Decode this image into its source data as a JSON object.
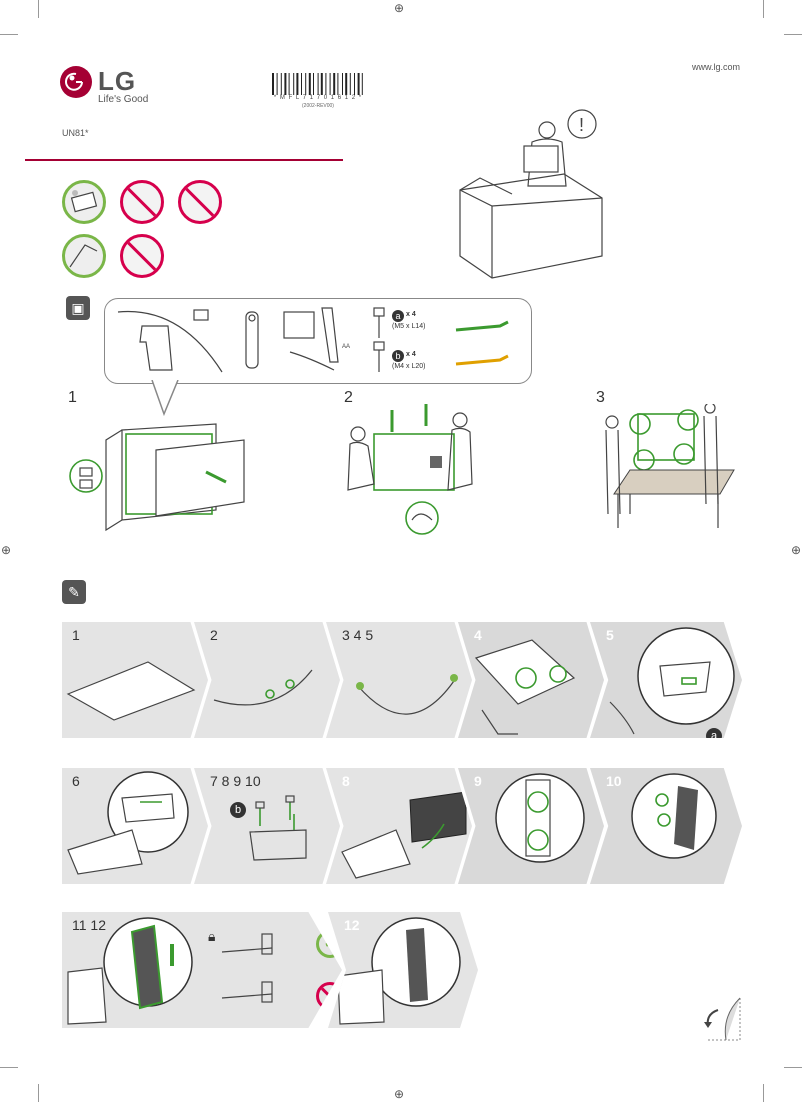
{
  "header": {
    "brand": "LG",
    "tagline": "Life's Good",
    "barcode_text": "* M F L 7 1 7 0 1 6 1 2 *",
    "barcode_rev": "(2002-REV00)",
    "url": "www.lg.com",
    "model": "UN81*"
  },
  "parts": {
    "screw_a_count": "x 4",
    "screw_a_spec": "(M5 x L14)",
    "screw_b_count": "x 4",
    "screw_b_spec": "(M4 x L20)",
    "battery_label": "AA",
    "screw_a_letter": "a",
    "screw_b_letter": "b"
  },
  "unbox_steps": [
    "1",
    "2",
    "3"
  ],
  "assembly": {
    "row1": [
      "1",
      "2",
      "3 4 5",
      "4",
      "5"
    ],
    "row2": [
      "6",
      "7 8 9 10",
      "8",
      "9",
      "10"
    ],
    "row3": [
      "11 12",
      "12"
    ],
    "callout_a": "a",
    "callout_b": "b"
  },
  "colors": {
    "brand": "#a50034",
    "ok_green": "#7ab648",
    "no_red": "#d6004c",
    "panel_grey": "#e4e4e4"
  },
  "icons": [
    "box-icon",
    "screwdriver-icon",
    "lock-icon",
    "check-icon",
    "prohibited-icon",
    "page-turn-icon",
    "alert-icon"
  ]
}
